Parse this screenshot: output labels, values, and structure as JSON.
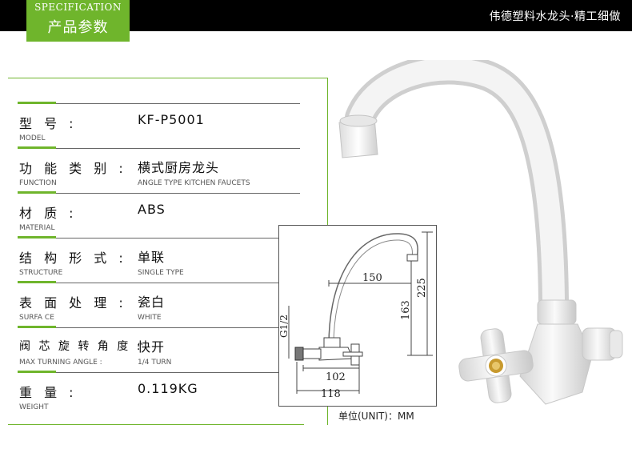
{
  "header": {
    "badge_en": "SPECIFICATION",
    "badge_cn": "产品参数",
    "slogan": "伟德塑料水龙头·精工细做"
  },
  "specs": [
    {
      "label_cn": "型 号 :",
      "label_en": "MODEL",
      "value": "KF-P5001",
      "value_en": ""
    },
    {
      "label_cn": "功 能 类 别 :",
      "label_en": "FUNCTION",
      "value": "横式厨房龙头",
      "value_en": "ANGLE TYPE KITCHEN FAUCETS"
    },
    {
      "label_cn": "材 质 :",
      "label_en": "MATERIAL",
      "value": "ABS",
      "value_en": ""
    },
    {
      "label_cn": "结 构 形 式 :",
      "label_en": "STRUCTURE",
      "value": "单联",
      "value_en": "SINGLE TYPE"
    },
    {
      "label_cn": "表 面 处 理 :",
      "label_en": "SURFA CE",
      "value": "瓷白",
      "value_en": "WHITE"
    },
    {
      "label_cn": "阀 芯 旋 转 角 度 :",
      "label_en": "MAX TURNING ANGLE :",
      "value": "快开",
      "value_en": "1/4 TURN"
    },
    {
      "label_cn": "重 量 :",
      "label_en": "WEIGHT",
      "value": "0.119KG",
      "value_en": ""
    }
  ],
  "drawing": {
    "dim_150": "150",
    "dim_225": "225",
    "dim_163": "163",
    "dim_g12": "G1/2",
    "dim_102": "102",
    "dim_118": "118",
    "unit_note": "单位(UNIT)：MM"
  },
  "colors": {
    "accent": "#6fb52c",
    "header_bg": "#000000"
  }
}
